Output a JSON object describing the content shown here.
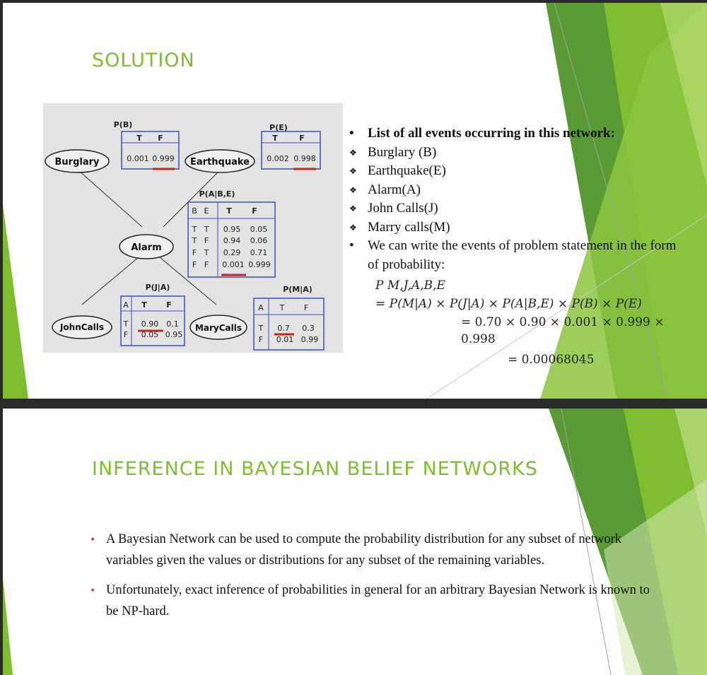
{
  "slide1": {
    "title": "SOLUTION",
    "network": {
      "nodes": {
        "burglary": "Burglary",
        "earthquake": "Earthquake",
        "alarm": "Alarm",
        "johncalls": "JohnCalls",
        "marycalls": "MaryCalls"
      },
      "pb": {
        "label": "P(B)",
        "headers": [
          "T",
          "F"
        ],
        "values": [
          "0.001",
          "0.999"
        ]
      },
      "pe": {
        "label": "P(E)",
        "headers": [
          "T",
          "F"
        ],
        "values": [
          "0.002",
          "0.998"
        ]
      },
      "pabe": {
        "label": "P(A|B,E)",
        "headers": [
          "B",
          "E",
          "T",
          "F"
        ],
        "rows": [
          [
            "T",
            "T",
            "0.95",
            "0.05"
          ],
          [
            "T",
            "F",
            "0.94",
            "0.06"
          ],
          [
            "F",
            "T",
            "0.29",
            "0.71"
          ],
          [
            "F",
            "F",
            "0.001",
            "0.999"
          ]
        ]
      },
      "pja": {
        "label": "P(J|A)",
        "headers": [
          "A",
          "T",
          "F"
        ],
        "rows": [
          [
            "T",
            "0.90",
            "0.1"
          ],
          [
            "F",
            "0.05",
            "0.95"
          ]
        ]
      },
      "pma": {
        "label": "P(M|A)",
        "headers": [
          "A",
          "T",
          "F"
        ],
        "rows": [
          [
            "T",
            "0.7",
            "0.3"
          ],
          [
            "F",
            "0.01",
            "0.99"
          ]
        ]
      }
    },
    "list": [
      {
        "marker": "•",
        "text": "List of all events occurring in this network:",
        "bold": true
      },
      {
        "marker": "❖",
        "text": "Burglary (B)"
      },
      {
        "marker": "❖",
        "text": "Earthquake(E)"
      },
      {
        "marker": "❖",
        "text": "Alarm(A)"
      },
      {
        "marker": "❖",
        "text": "John Calls(J)"
      },
      {
        "marker": "❖",
        "text": "Marry calls(M)"
      },
      {
        "marker": "•",
        "text": "We can write the events of problem statement in the form of probability:"
      }
    ],
    "equation": {
      "line1": "P M,J,A,B,E",
      "line2": "= P(M|A) × P(J|A) × P(A|B,E) × P(B) × P(E)",
      "line3": "= 0.70 × 0.90 × 0.001 × 0.999 ×",
      "line4": "0.998",
      "result": "= 0.00068045"
    }
  },
  "slide2": {
    "title": "INFERENCE IN BAYESIAN BELIEF NETWORKS",
    "bullets": [
      "A Bayesian Network can be used to compute the probability distribution for any subset of network variables given the values or distributions for any subset of the remaining variables.",
      "Unfortunately, exact inference of probabilities in general for an arbitrary Bayesian Network is known to be NP-hard."
    ]
  },
  "colors": {
    "title": "#7dbd2f",
    "green_dark": "#4a8a2a",
    "green_mid": "#7dbd2f",
    "green_light": "#a9d46b",
    "table_border": "#3b4cc0",
    "underline": "#cc2222",
    "bullet2": "#c0504d"
  }
}
